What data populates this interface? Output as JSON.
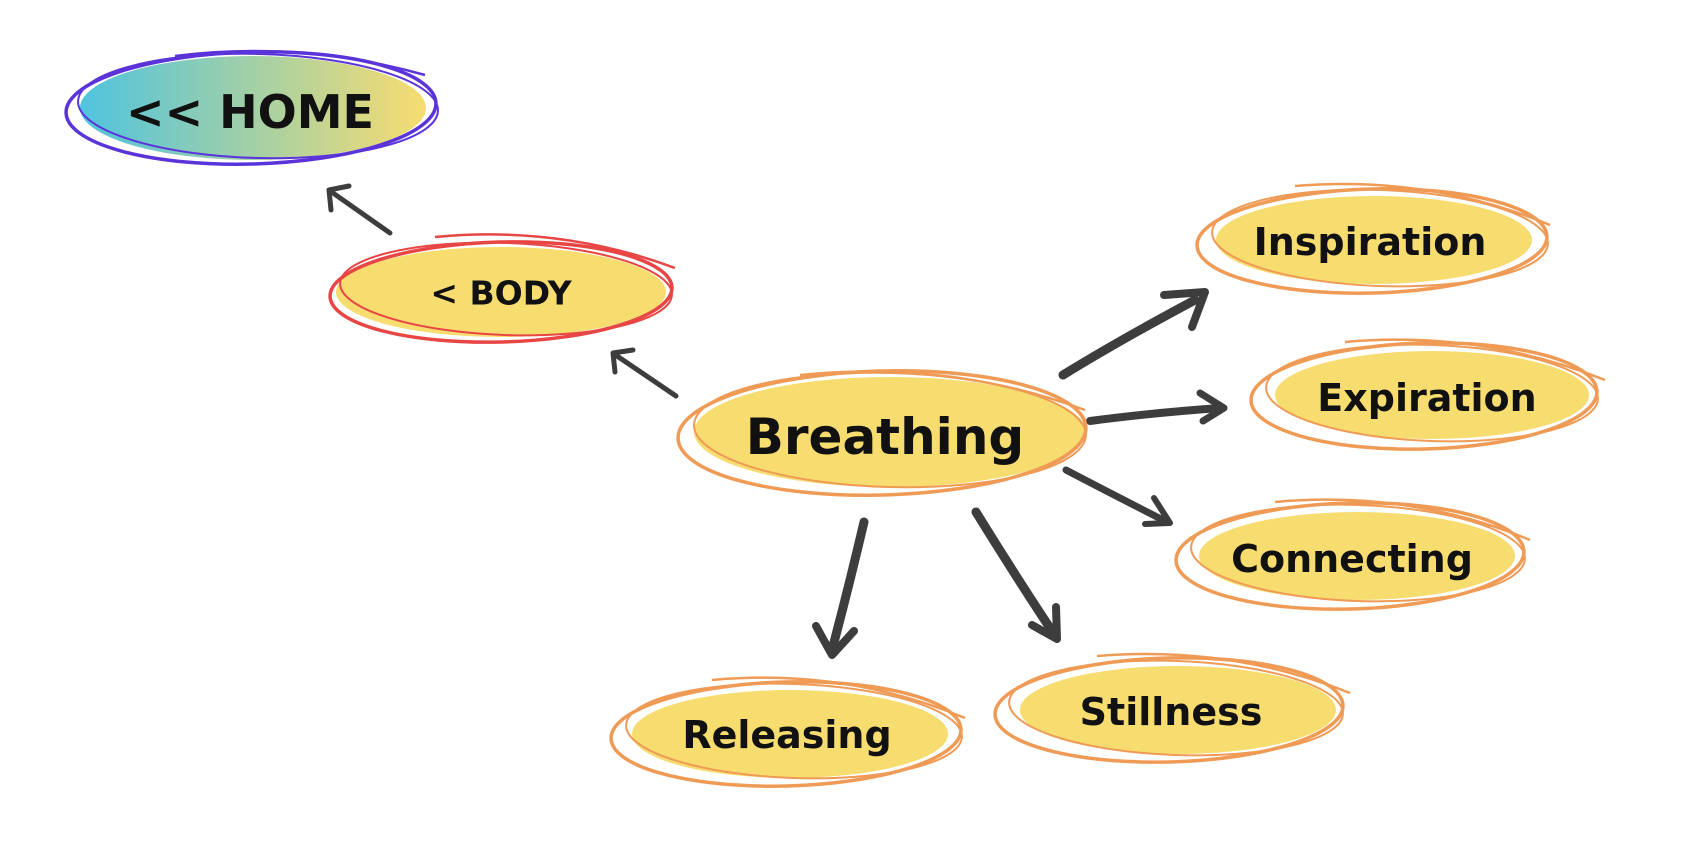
{
  "colors": {
    "node_fill": "#f7dc6f",
    "node_outline": "#ef9a55",
    "body_outline": "#e84545",
    "home_outline": "#5b34d9",
    "home_gradient_start": "#4fc3de",
    "home_gradient_end": "#f7dc6f",
    "arrow": "#3d3d3d",
    "text": "#111111"
  },
  "nav": {
    "home_label": "<< HOME",
    "body_label": "< BODY"
  },
  "center": {
    "label": "Breathing"
  },
  "topics": {
    "inspiration": "Inspiration",
    "expiration": "Expiration",
    "connecting": "Connecting",
    "stillness": "Stillness",
    "releasing": "Releasing"
  }
}
